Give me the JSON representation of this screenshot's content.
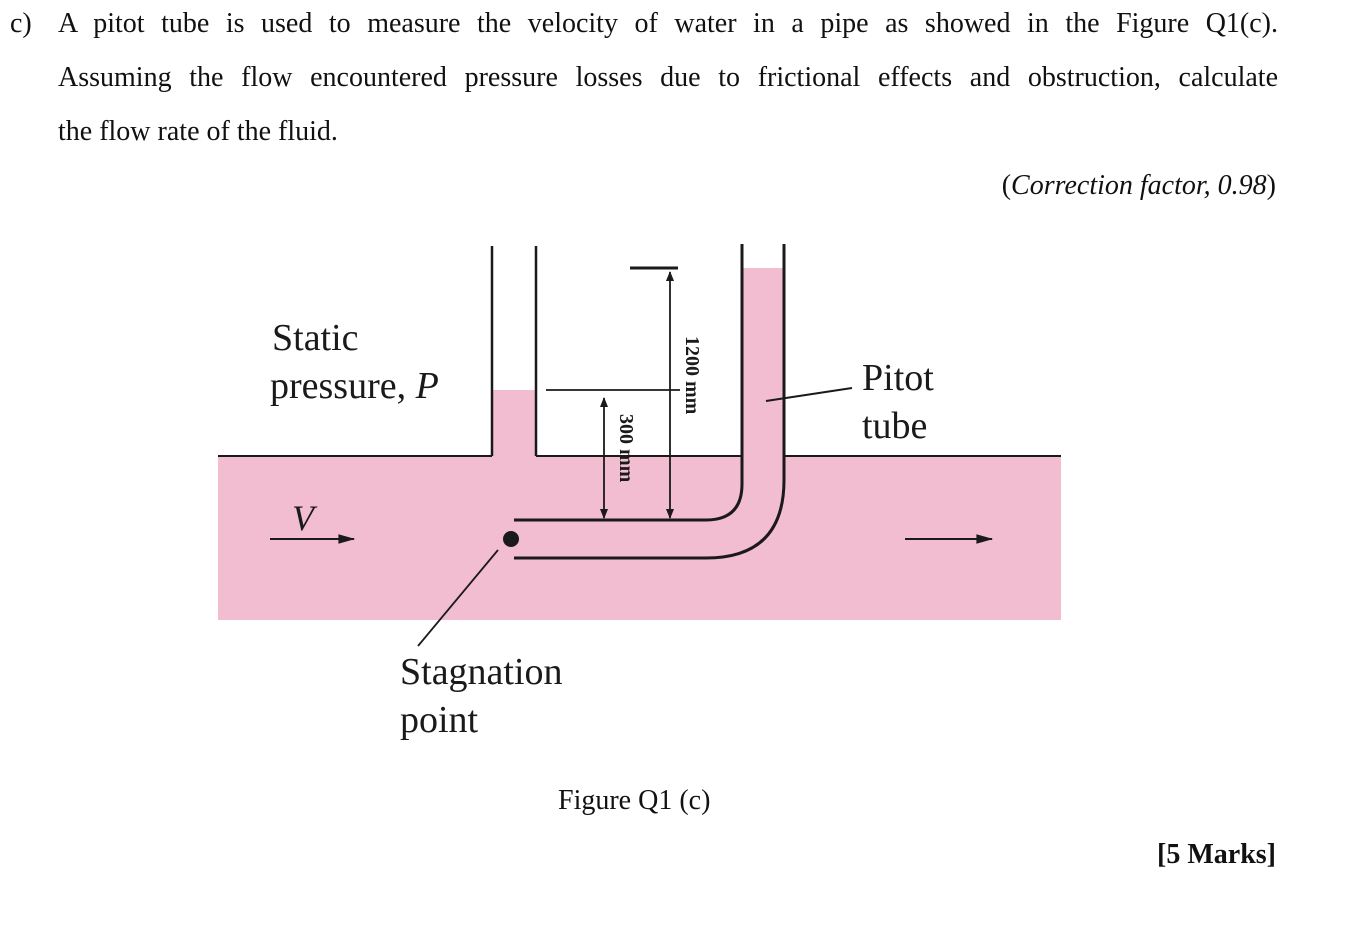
{
  "question": {
    "label": "c)",
    "lines": [
      "A pitot tube is used to measure the velocity of water in a pipe as showed in the Figure Q1(c).",
      "Assuming the flow encountered pressure losses due to frictional effects and obstruction, calculate",
      "the flow rate of the fluid."
    ],
    "correction_open": "(",
    "correction_text": "Correction factor, 0.98",
    "correction_close": ")"
  },
  "figure": {
    "labels": {
      "static_line1": "Static",
      "static_line2": "pressure, ",
      "static_var": "P",
      "velocity": "V",
      "pitot_line1": "Pitot",
      "pitot_line2": "tube",
      "stagnation_line1": "Stagnation",
      "stagnation_line2": "point",
      "dim_300": "300 mm",
      "dim_1200": "1200 mm"
    },
    "colors": {
      "fluid": "#f2bcd1",
      "line": "#1a1a1a"
    },
    "caption": "Figure Q1 (c)"
  },
  "marks": "[5 Marks]"
}
